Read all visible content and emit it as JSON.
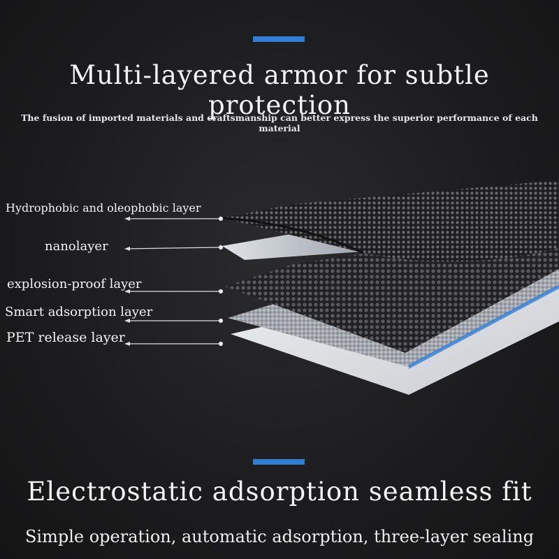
{
  "title": "Multi-layered armor for subtle protection",
  "subtitle": "The fusion of imported materials and craftsmanship can better express the superior performance of each material",
  "layers": [
    "Hydrophobic and oleophobic layer",
    "nanolayer",
    "explosion-proof layer",
    "Smart adsorption layer",
    "PET release layer"
  ],
  "footer_title": "Electrostatic adsorption seamless fit",
  "footer_subtitle": "Simple operation, automatic adsorption, three-layer sealing",
  "colors": {
    "accent": "#2f7fd6",
    "background": "#1d1d1f",
    "text": "#f2f2f2"
  }
}
